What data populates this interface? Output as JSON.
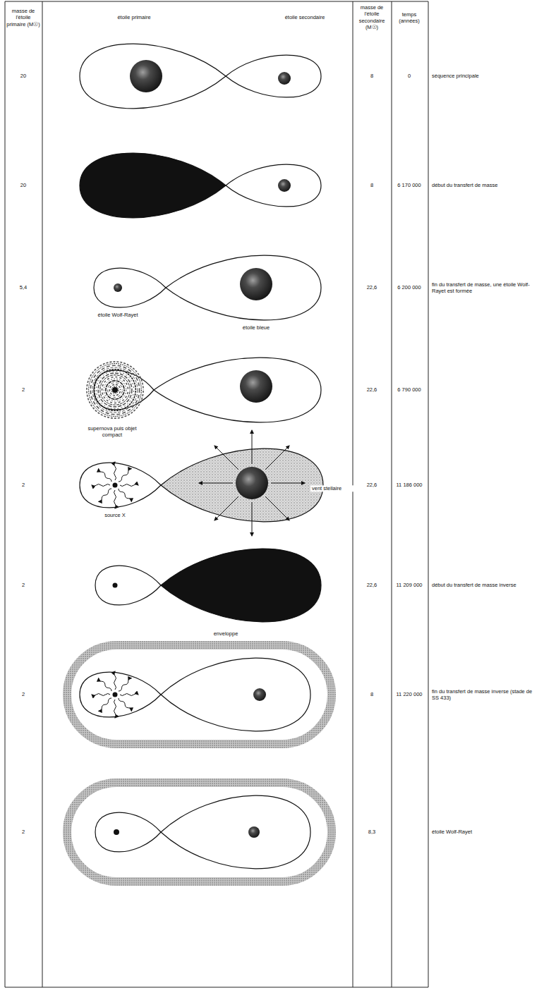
{
  "diagram": {
    "labels": [
      "masse de l'étoile primaire (M☉)",
      "étoile primaire",
      "étoile secondaire",
      "masse de l'étoile secondaire (M☉)",
      "temps (années)",
      "20",
      "8",
      "0",
      "séquence principale",
      "20",
      "8",
      "6 170 000",
      "début du transfert de masse",
      "5,4",
      "22,6",
      "6 200 000",
      "fin du transfert de masse, une étoile Wolf-Rayet est formée",
      "étoile Wolf-Rayet",
      "étoile bleue",
      "2",
      "22,6",
      "6 790 000",
      "supernova puis objet compact",
      "2",
      "22,6",
      "11 186 000",
      "source X",
      "vent stellaire",
      "2",
      "22,6",
      "11 209 000",
      "début du transfert de masse inverse",
      "2",
      "8",
      "11 220 000",
      "fin du transfert de masse inverse (stade de SS 433)",
      "enveloppe",
      "2",
      "8,3",
      "étoile Wolf-Rayet"
    ]
  }
}
